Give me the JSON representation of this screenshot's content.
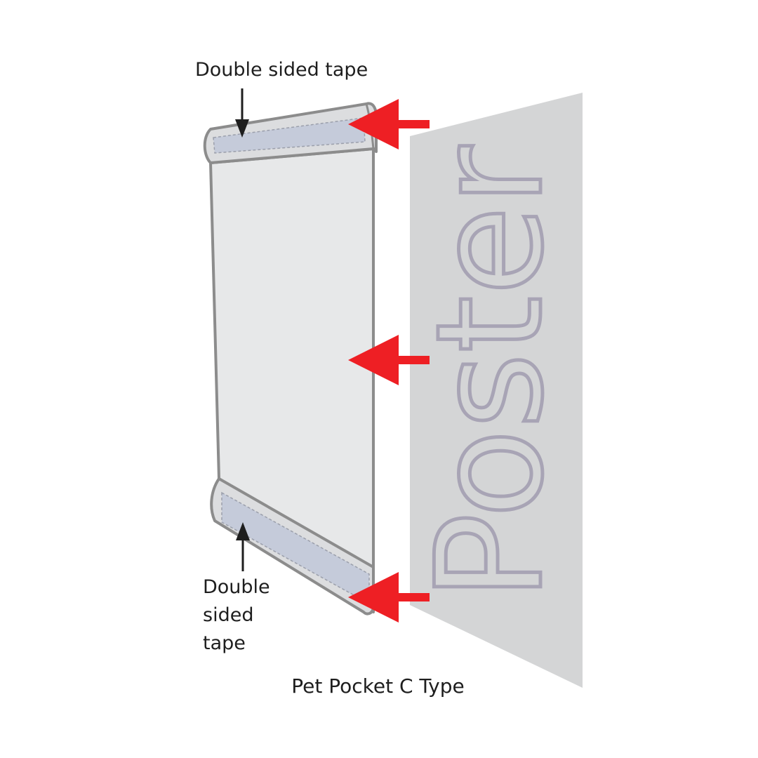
{
  "labels": {
    "top_tape": "Double sided tape",
    "bottom_tape": "Double sided tape",
    "poster": "Poster",
    "caption": "Pet Pocket C Type"
  },
  "colors": {
    "poster_panel": "#d4d5d6",
    "poster_text": "#a8a4b5",
    "pocket_face": "#e7e8e9",
    "pocket_outline": "#8c8c8c",
    "tape": "#c5cbda",
    "arrow_red": "#ee1f24",
    "arrow_black": "#1e1e1e"
  }
}
